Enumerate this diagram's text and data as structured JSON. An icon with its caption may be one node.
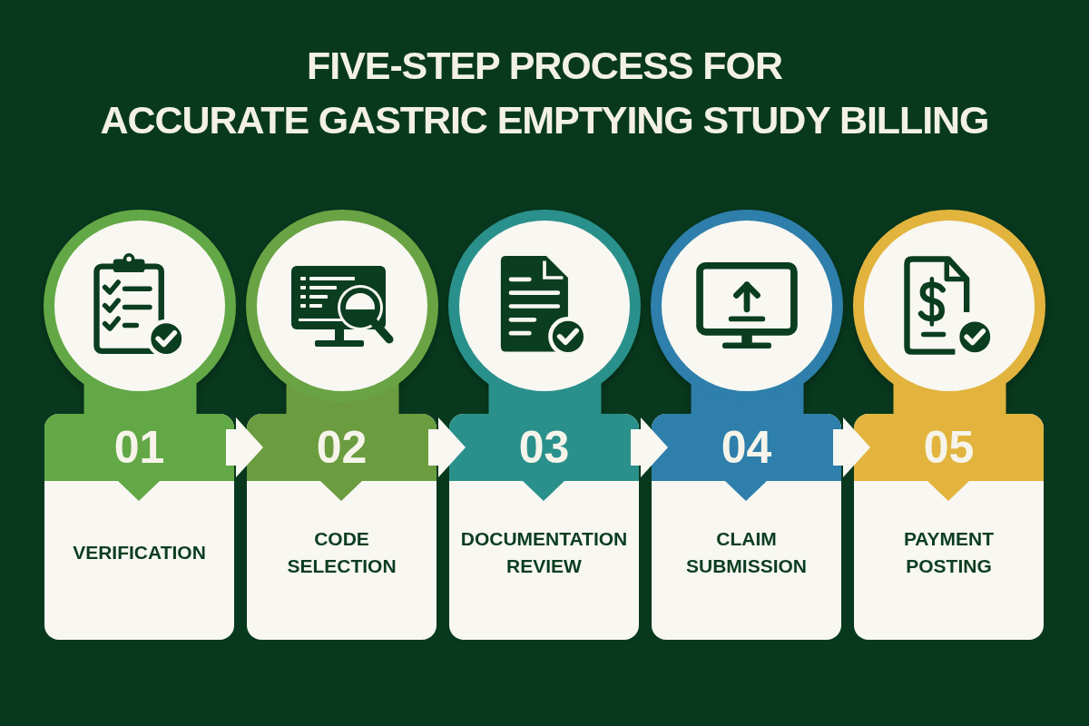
{
  "diagram": {
    "title": "FIVE-STEP PROCESS FOR ACCURATE GASTRIC EMPTYING STUDY BILLING",
    "nodes": [
      {
        "text": [
          "01",
          "VERIFICATION"
        ]
      },
      {
        "text": [
          "02",
          "CODE SELECTION"
        ]
      },
      {
        "text": [
          "03",
          "DOCUMENTATION REVIEW"
        ]
      },
      {
        "text": [
          "04",
          "CLAIM SUBMISSION"
        ]
      },
      {
        "text": [
          "05",
          "PAYMENT POSTING"
        ]
      }
    ],
    "edges": [
      {
        "from": 0,
        "to": 1,
        "arrow": "to"
      },
      {
        "from": 1,
        "to": 2,
        "arrow": "to"
      },
      {
        "from": 2,
        "to": 3,
        "arrow": "to"
      },
      {
        "from": 3,
        "to": 4,
        "arrow": "to"
      }
    ]
  }
}
